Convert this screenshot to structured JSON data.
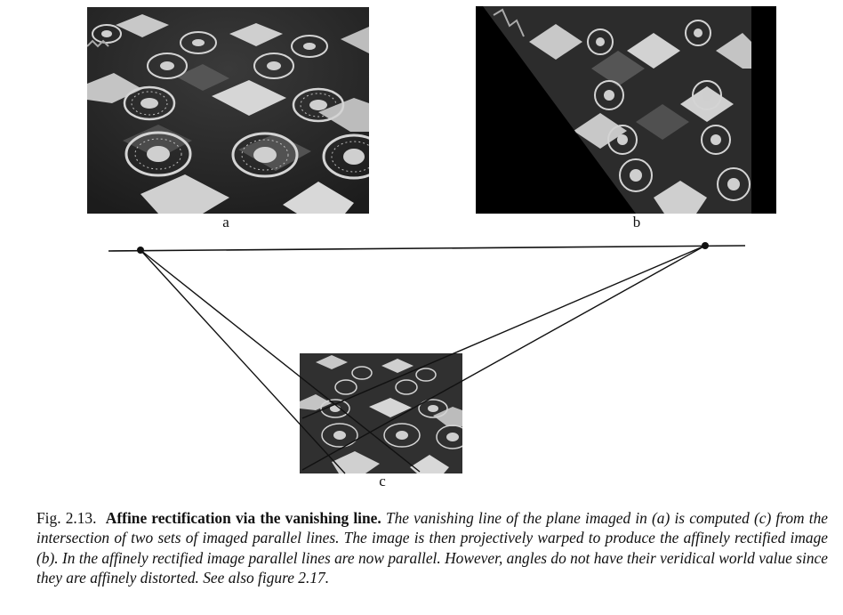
{
  "figure": {
    "panels": [
      {
        "id": "a",
        "label": "a"
      },
      {
        "id": "b",
        "label": "b"
      },
      {
        "id": "c",
        "label": "c"
      }
    ],
    "caption": {
      "number": "Fig. 2.13.",
      "title": "Affine rectification via the vanishing line.",
      "body": "The vanishing line of the plane imaged in (a) is computed (c) from the intersection of two sets of imaged parallel lines. The image is then projectively warped to produce the affinely rectified image (b). In the affinely rectified image parallel lines are now parallel. However, angles do not have their veridical world value since they are affinely distorted. See also figure 2.17."
    }
  },
  "colors": {
    "ink": "#111111",
    "tile_dark": "#2e2e2e",
    "tile_mid": "#555555",
    "tile_light": "#cfcfcf",
    "rosette": "#d9d9d9"
  }
}
